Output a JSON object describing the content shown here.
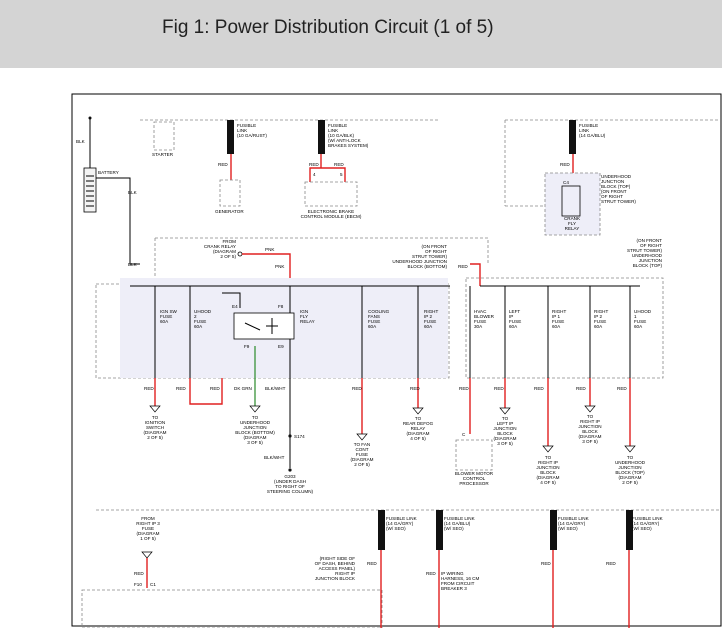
{
  "header": {
    "title": "Fig 1: Power Distribution Circuit (1 of 5)"
  },
  "labels": {
    "blk": "BLK",
    "battery": "BATTERY",
    "starter": "STARTER",
    "fl_generator": [
      "FUSIBLE",
      "LINK",
      "(10 GA/RUST)"
    ],
    "fl_abs": [
      "FUSIBLE",
      "LINK",
      "(10 GA/BLK)",
      "(W/ ANTI-LOCK",
      "BRAKES SYSTEM)"
    ],
    "fl_right": [
      "FUSIBLE",
      "LINK",
      "(14 GA/BLU)"
    ],
    "red": "RED",
    "pnk": "PNK",
    "generator": "GENERATOR",
    "ebcm": [
      "ELECTRONIC BRAKE",
      "CONTROL MODULE (EBCM)"
    ],
    "pin4": "4",
    "pin5": "5",
    "c4": "C4",
    "uj_top": [
      "UNDERHOOD",
      "JUNCTION",
      "BLOCK (TOP)",
      "(ON FRONT",
      "OF RIGHT",
      "STRUT TOWER)"
    ],
    "crank_fly_relay": [
      "CRANK",
      "FLY",
      "RELAY"
    ],
    "from_crank": [
      "FROM",
      "CRANK RELAY",
      "(DIAGRAM",
      "2 OF 5)"
    ],
    "on_front_mid": [
      "(ON FRONT",
      "OF RIGHT",
      "STRUT TOWER)",
      "UNDERHOOD JUNCTION",
      "BLOCK (BOTTOM)"
    ],
    "on_front_right": [
      "(ON FRONT",
      "OF RIGHT",
      "STRUT TOWER)",
      "UNDERHOOD",
      "JUNCTION",
      "BLOCK (TOP)"
    ],
    "fuses_left": [
      [
        "IGN SW",
        "FUSE",
        "60A"
      ],
      [
        "UHOOD",
        "2",
        "FUSE",
        "60A"
      ],
      [
        "IGN",
        "FLY",
        "RELAY"
      ],
      [
        "COOLING",
        "FANS",
        "FUSE",
        "60A"
      ],
      [
        "RIGHT",
        "IP 2",
        "FUSE",
        "60A"
      ]
    ],
    "fuses_right": [
      [
        "HVAC",
        "BLOWER",
        "FUSE",
        "30A"
      ],
      [
        "LEFT",
        "IP",
        "FUSE",
        "60A"
      ],
      [
        "RIGHT",
        "IP 1",
        "FUSE",
        "60A"
      ],
      [
        "RIGHT",
        "IP 2",
        "FUSE",
        "60A"
      ],
      [
        "UHOOD",
        "1",
        "FUSE",
        "60A"
      ]
    ],
    "e4": "E4",
    "f8": "F8",
    "f9": "F9",
    "e9": "E9",
    "dk_grn": "DK GRN",
    "blk_wht": "BLK/WHT",
    "blkwht_low": "BLK/WHT",
    "s174": "S174",
    "g203": [
      "G203",
      "(UNDER DASH",
      "TO RIGHT OF",
      "STEERING COLUMN)"
    ],
    "to_ign": [
      "TO",
      "IGNITION",
      "SWITCH",
      "(DIAGRAM",
      "2 OF 5)"
    ],
    "to_uj_bottom": [
      "TO",
      "UNDERHOOD",
      "JUNCTION",
      "BLOCK (BOTTOM)",
      "(DIAGRAM",
      "3 OF 5)"
    ],
    "to_fan": [
      "TO FAN",
      "CONT",
      "FUSE",
      "(DIAGRAM",
      "2 OF 5)"
    ],
    "to_rear_defog": [
      "TO",
      "REAR DEFOG",
      "RELAY",
      "(DIAGRAM",
      "4 OF 5)"
    ],
    "c": "C",
    "blower_proc": [
      "BLOWER MOTOR",
      "CONTROL",
      "PROCESSOR"
    ],
    "to_left_ip": [
      "TO",
      "LEFT IP",
      "JUNCTION",
      "BLOCK",
      "(DIAGRAM",
      "3 OF 5)"
    ],
    "to_right_ip_4": [
      "TO",
      "RIGHT IP",
      "JUNCTION",
      "BLOCK",
      "(DIAGRAM",
      "4 OF 5)"
    ],
    "to_right_ip_3": [
      "TO",
      "RIGHT IP",
      "JUNCTION",
      "BLOCK",
      "(DIAGRAM",
      "3 OF 5)"
    ],
    "to_uj_top": [
      "TO",
      "UNDERHOOD",
      "JUNCTION",
      "BLOCK (TOP)",
      "(DIAGRAM",
      "2 OF 5)"
    ],
    "from_right_ip3": [
      "FROM",
      "RIGHT IP 3",
      "FUSE",
      "(DIAGRAM",
      "1 OF 5)"
    ],
    "right_side_dash": [
      "(RIGHT SIDE OF",
      "OF DASH, BEHIND",
      "ACCESS PANEL)",
      "RIGHT IP",
      "JUNCTION BLOCK"
    ],
    "f10": "F10",
    "c1": "C1",
    "fl_bottom": [
      [
        "FUSIBLE LINK",
        "(14 GA/GRY)",
        "(W/ SEO)"
      ],
      [
        "FUSIBLE LINK",
        "(14 GA/BLU)",
        "(W/ SEO)"
      ],
      [
        "FUSIBLE LINK",
        "(14 GA/GRY)",
        "(W/ SEO)"
      ],
      [
        "FUSIBLE LINK",
        "(14 GA/GRY)",
        "(W/ SEO)"
      ]
    ],
    "ip_wiring": [
      "IP WIRING",
      "HARNESS, 16 CM",
      "FROM CIRCUIT",
      "BREAKER 3"
    ]
  },
  "colors": {
    "wire_red": "#e02020",
    "wire_green": "#2a8a2a",
    "header_bg": "#d4d4d4"
  }
}
